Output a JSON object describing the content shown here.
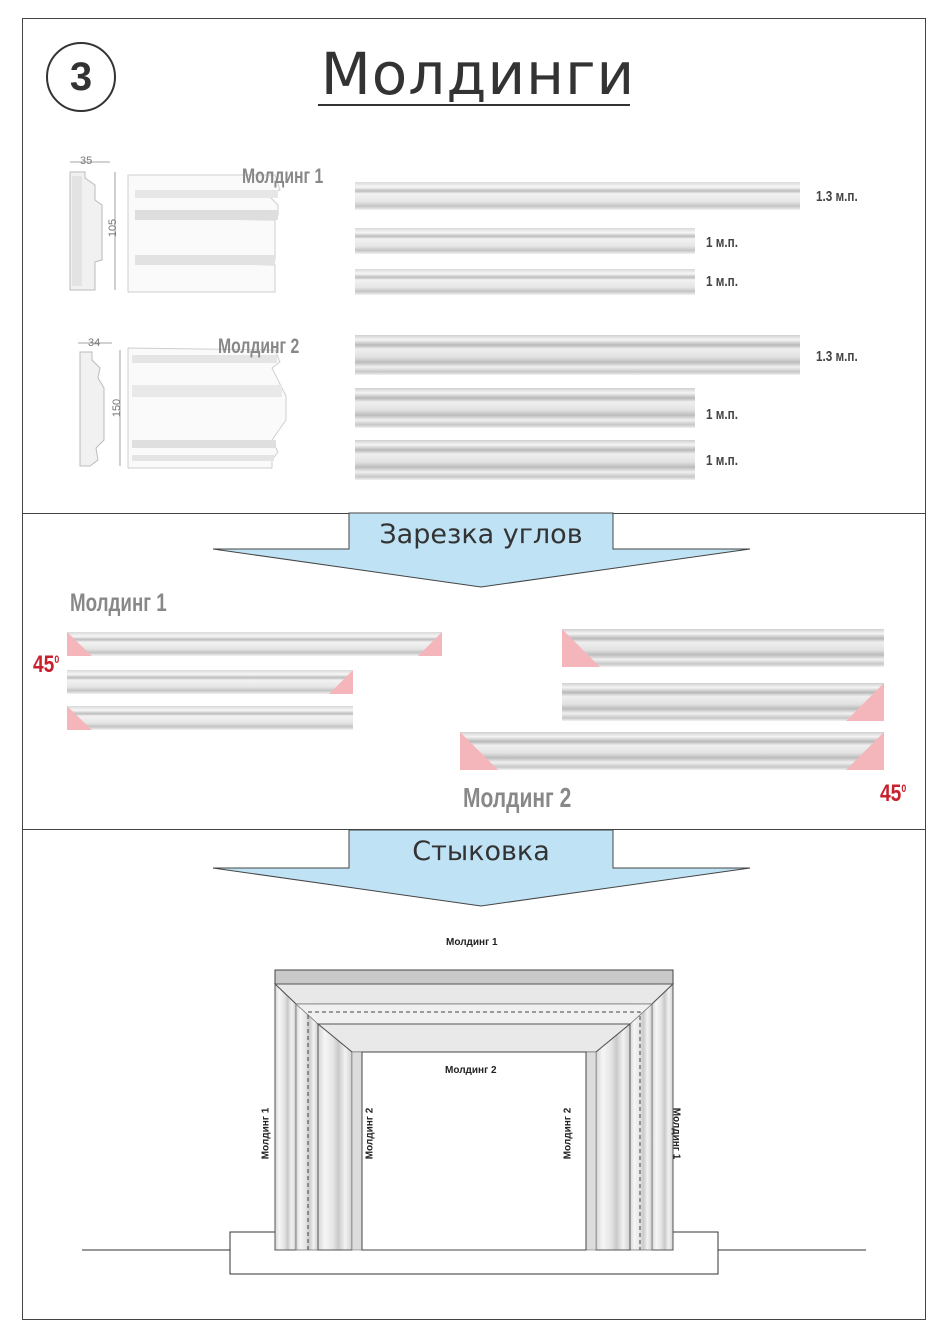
{
  "header": {
    "step_number": "3",
    "title": "Молдинги"
  },
  "section1": {
    "molding1": {
      "label": "Молдинг 1",
      "width_dim": "35",
      "height_dim": "105",
      "lengths": [
        "1.3 м.п.",
        "1 м.п.",
        "1 м.п."
      ]
    },
    "molding2": {
      "label": "Молдинг 2",
      "width_dim": "34",
      "height_dim": "150",
      "lengths": [
        "1.3 м.п.",
        "1 м.п.",
        "1 м.п."
      ]
    }
  },
  "section2": {
    "banner": "Зарезка углов",
    "molding1_label": "Молдинг 1",
    "molding2_label": "Молдинг 2",
    "angle_left": "45",
    "angle_right": "45",
    "degree_sign": "0"
  },
  "section3": {
    "banner": "Стыковка",
    "top_label": "Молдинг 1",
    "inner_top_label": "Молдинг 2",
    "left_outer_label": "Молдинг 1",
    "left_inner_label": "Молдинг 2",
    "right_inner_label": "Молдинг 2",
    "right_outer_label": "Молдинг 1"
  },
  "colors": {
    "banner_fill": "#bfe3f5",
    "cut_fill": "#f4b6bb",
    "accent_red": "#c8202d",
    "molding_fill": "#eeeeee"
  }
}
